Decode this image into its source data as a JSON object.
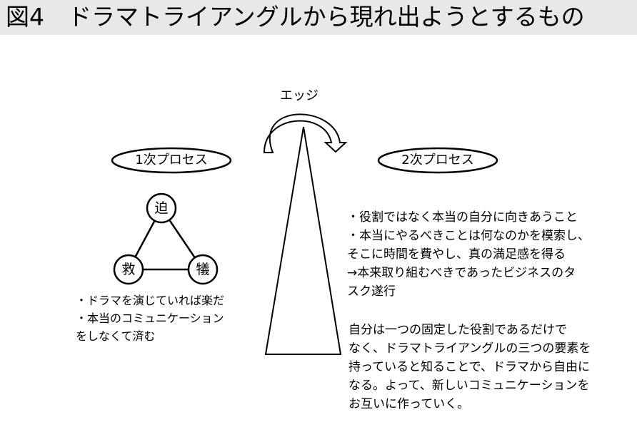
{
  "title": "図4　ドラマトライアングルから現れ出ようとするもの",
  "edge_label": "エッジ",
  "primary_process": {
    "label": "1次プロセス",
    "nodes": [
      "迫",
      "救",
      "犠"
    ],
    "notes": [
      "・ドラマを演じていれば楽だ",
      "・本当のコミュニケーション",
      "をしなくて済む"
    ]
  },
  "secondary_process": {
    "label": "2次プロセス",
    "bullets": [
      "・役割ではなく本当の自分に向きあうこと",
      "・本当にやるべきことは何なのかを模索し、",
      "そこに時間を費やし、真の満足感を得る",
      "→本来取り組むべきであったビジネスのタ",
      "スク遂行"
    ],
    "paragraph": [
      "自分は一つの固定した役割であるだけで",
      "なく、ドラマトライアングルの三つの要素を",
      "持っていると知ることで、ドラマから自由に",
      "なる。よって、新しいコミュニケーションを",
      "お互いに作っていく。"
    ]
  }
}
